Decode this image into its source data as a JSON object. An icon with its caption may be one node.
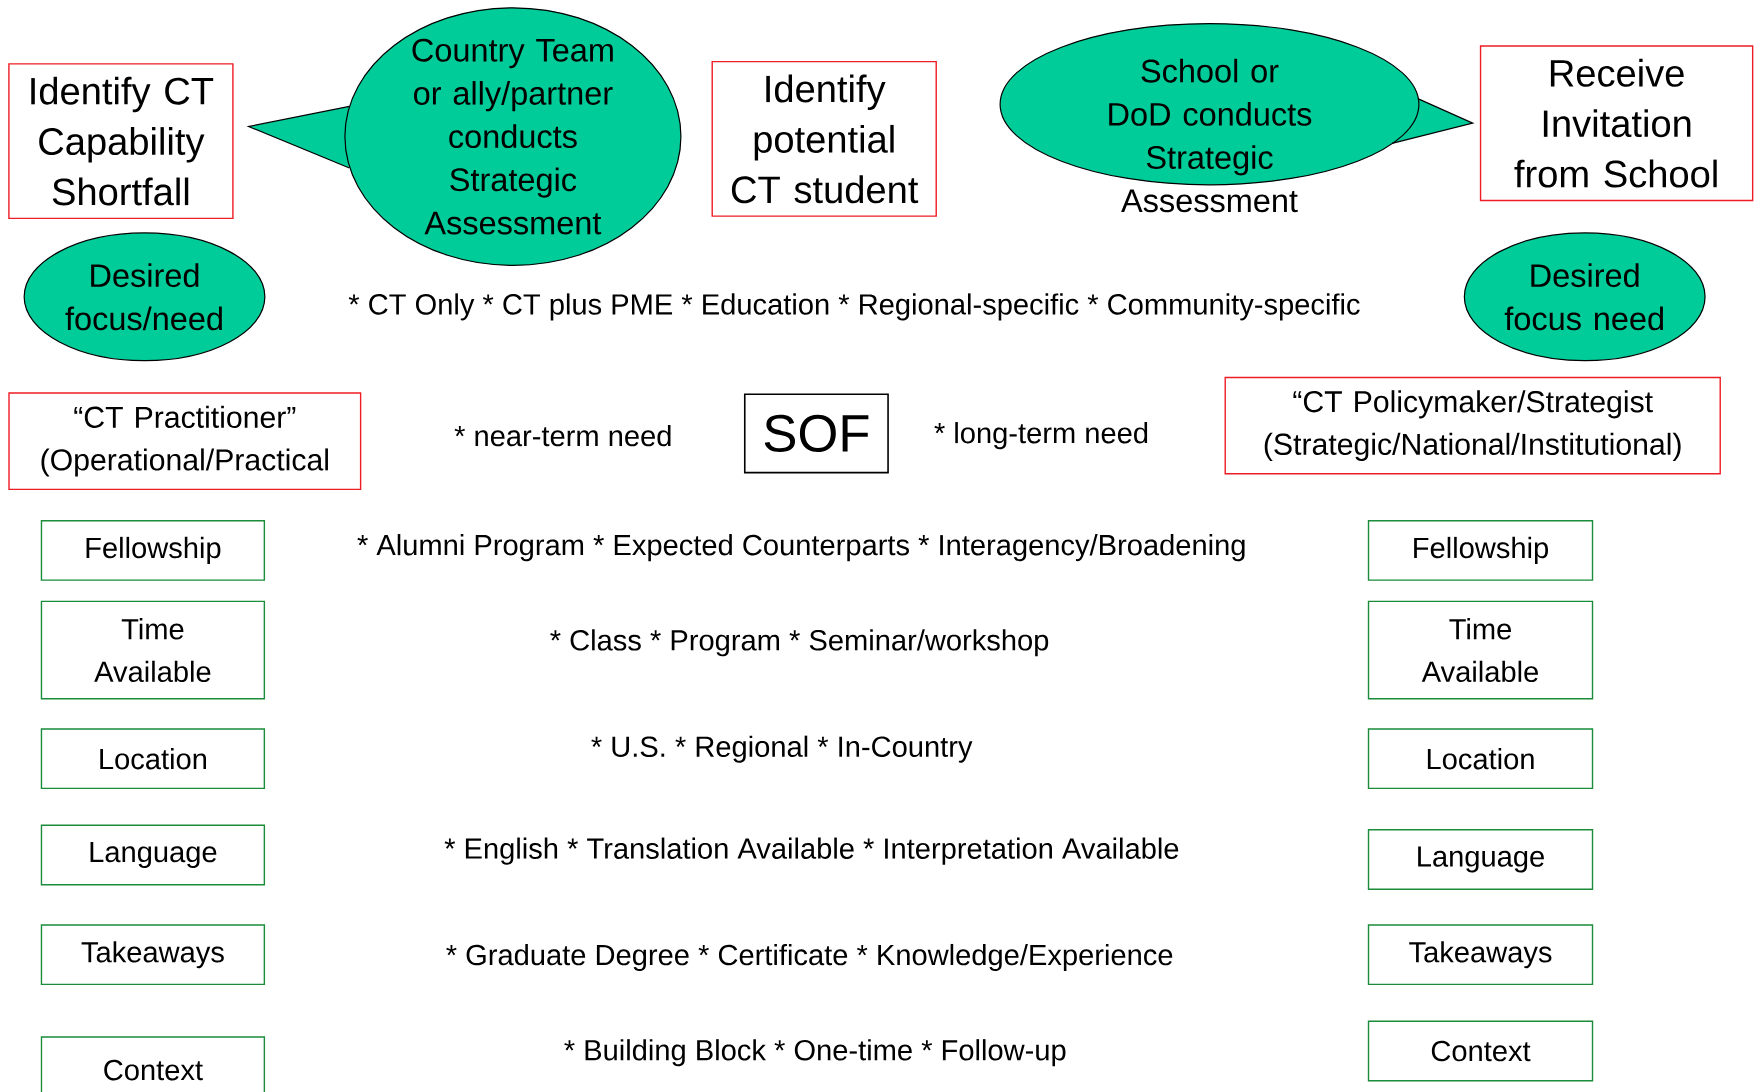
{
  "diagram": {
    "nodes": [
      {
        "text": [
          "Identify CT Capability Shortfall"
        ]
      },
      {
        "text": [
          "Country Team or ally/partner conducts Strategic Assessment"
        ]
      },
      {
        "text": [
          "Identify potential CT student"
        ]
      },
      {
        "text": [
          "School or DoD conducts Strategic Assessment"
        ]
      },
      {
        "text": [
          "Receive Invitation from School"
        ]
      },
      {
        "text": [
          "Desired focus/need"
        ]
      },
      {
        "text": [
          "Desired focus need"
        ]
      },
      {
        "text": [
          "“CT Practitioner” (Operational/Practical"
        ]
      },
      {
        "text": [
          "SOF"
        ]
      },
      {
        "text": [
          "“CT Policymaker/Strategist (Strategic/National/Institutional)"
        ]
      },
      {
        "text": [
          "Fellowship"
        ]
      },
      {
        "text": [
          "Time Available"
        ]
      },
      {
        "text": [
          "Location"
        ]
      },
      {
        "text": [
          "Language"
        ]
      },
      {
        "text": [
          "Takeaways"
        ]
      },
      {
        "text": [
          "Context"
        ]
      },
      {
        "text": [
          "Fellowship"
        ]
      },
      {
        "text": [
          "Time Available"
        ]
      },
      {
        "text": [
          "Location"
        ]
      },
      {
        "text": [
          "Language"
        ]
      },
      {
        "text": [
          "Takeaways"
        ]
      },
      {
        "text": [
          "Context"
        ]
      }
    ],
    "labels": [
      "* CT Only * CT plus PME * Education * Regional-specific * Community-specific",
      "* near-term need",
      "* long-term need",
      "* Alumni Program * Expected Counterparts * Interagency/Broadening",
      "* Class * Program * Seminar/workshop",
      "* U.S. * Regional * In-Country",
      "* English * Translation Available * Interpretation Available",
      "* Graduate Degree * Certificate * Knowledge/Experience",
      "* Building Block * One-time * Follow-up"
    ]
  }
}
